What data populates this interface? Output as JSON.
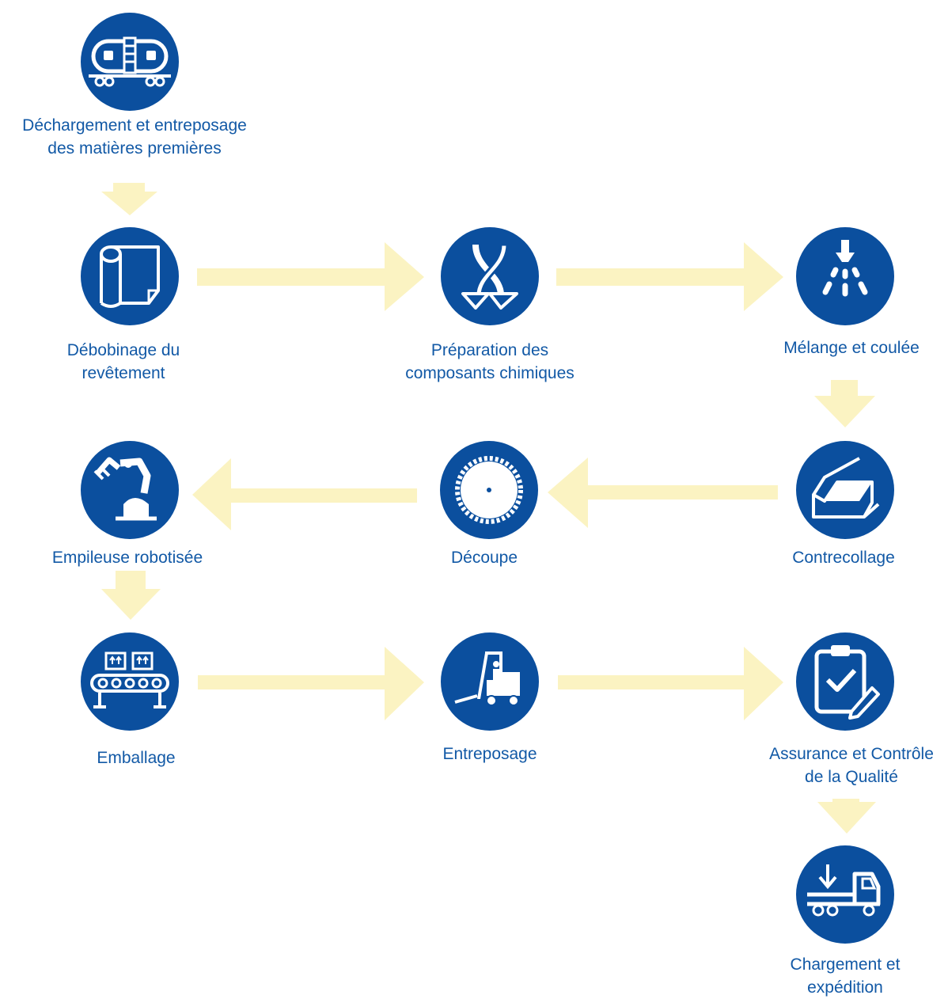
{
  "diagram": {
    "colors": {
      "circle": "#0b4f9e",
      "label": "#1259a6",
      "arrow": "#fbf3c2",
      "glyph": "#ffffff"
    },
    "steps": [
      {
        "id": "unloading",
        "icon": "tank-railcar-icon",
        "label": "Déchargement et entreposage\ndes matières premières"
      },
      {
        "id": "unwinding",
        "icon": "paper-roll-icon",
        "label": "Débobinage du\nrevêtement"
      },
      {
        "id": "chem-prep",
        "icon": "crossing-arrows-icon",
        "label": "Préparation des\ncomposants chimiques"
      },
      {
        "id": "mixing",
        "icon": "spray-nozzle-icon",
        "label": "Mélange et coulée"
      },
      {
        "id": "laminating",
        "icon": "laminating-panel-icon",
        "label": "Contrecollage"
      },
      {
        "id": "cutting",
        "icon": "saw-blade-icon",
        "label": "Découpe"
      },
      {
        "id": "stacking",
        "icon": "robot-arm-icon",
        "label": "Empileuse robotisée"
      },
      {
        "id": "packaging",
        "icon": "conveyor-boxes-icon",
        "label": "Emballage"
      },
      {
        "id": "storage",
        "icon": "forklift-icon",
        "label": "Entreposage"
      },
      {
        "id": "quality",
        "icon": "clipboard-check-icon",
        "label": "Assurance et Contrôle\nde la Qualité"
      },
      {
        "id": "shipping",
        "icon": "truck-loading-icon",
        "label": "Chargement et\nexpédition"
      }
    ],
    "flow": [
      [
        "unloading",
        "unwinding"
      ],
      [
        "unwinding",
        "chem-prep"
      ],
      [
        "chem-prep",
        "mixing"
      ],
      [
        "mixing",
        "laminating"
      ],
      [
        "laminating",
        "cutting"
      ],
      [
        "cutting",
        "stacking"
      ],
      [
        "stacking",
        "packaging"
      ],
      [
        "packaging",
        "storage"
      ],
      [
        "storage",
        "quality"
      ],
      [
        "quality",
        "shipping"
      ]
    ]
  }
}
